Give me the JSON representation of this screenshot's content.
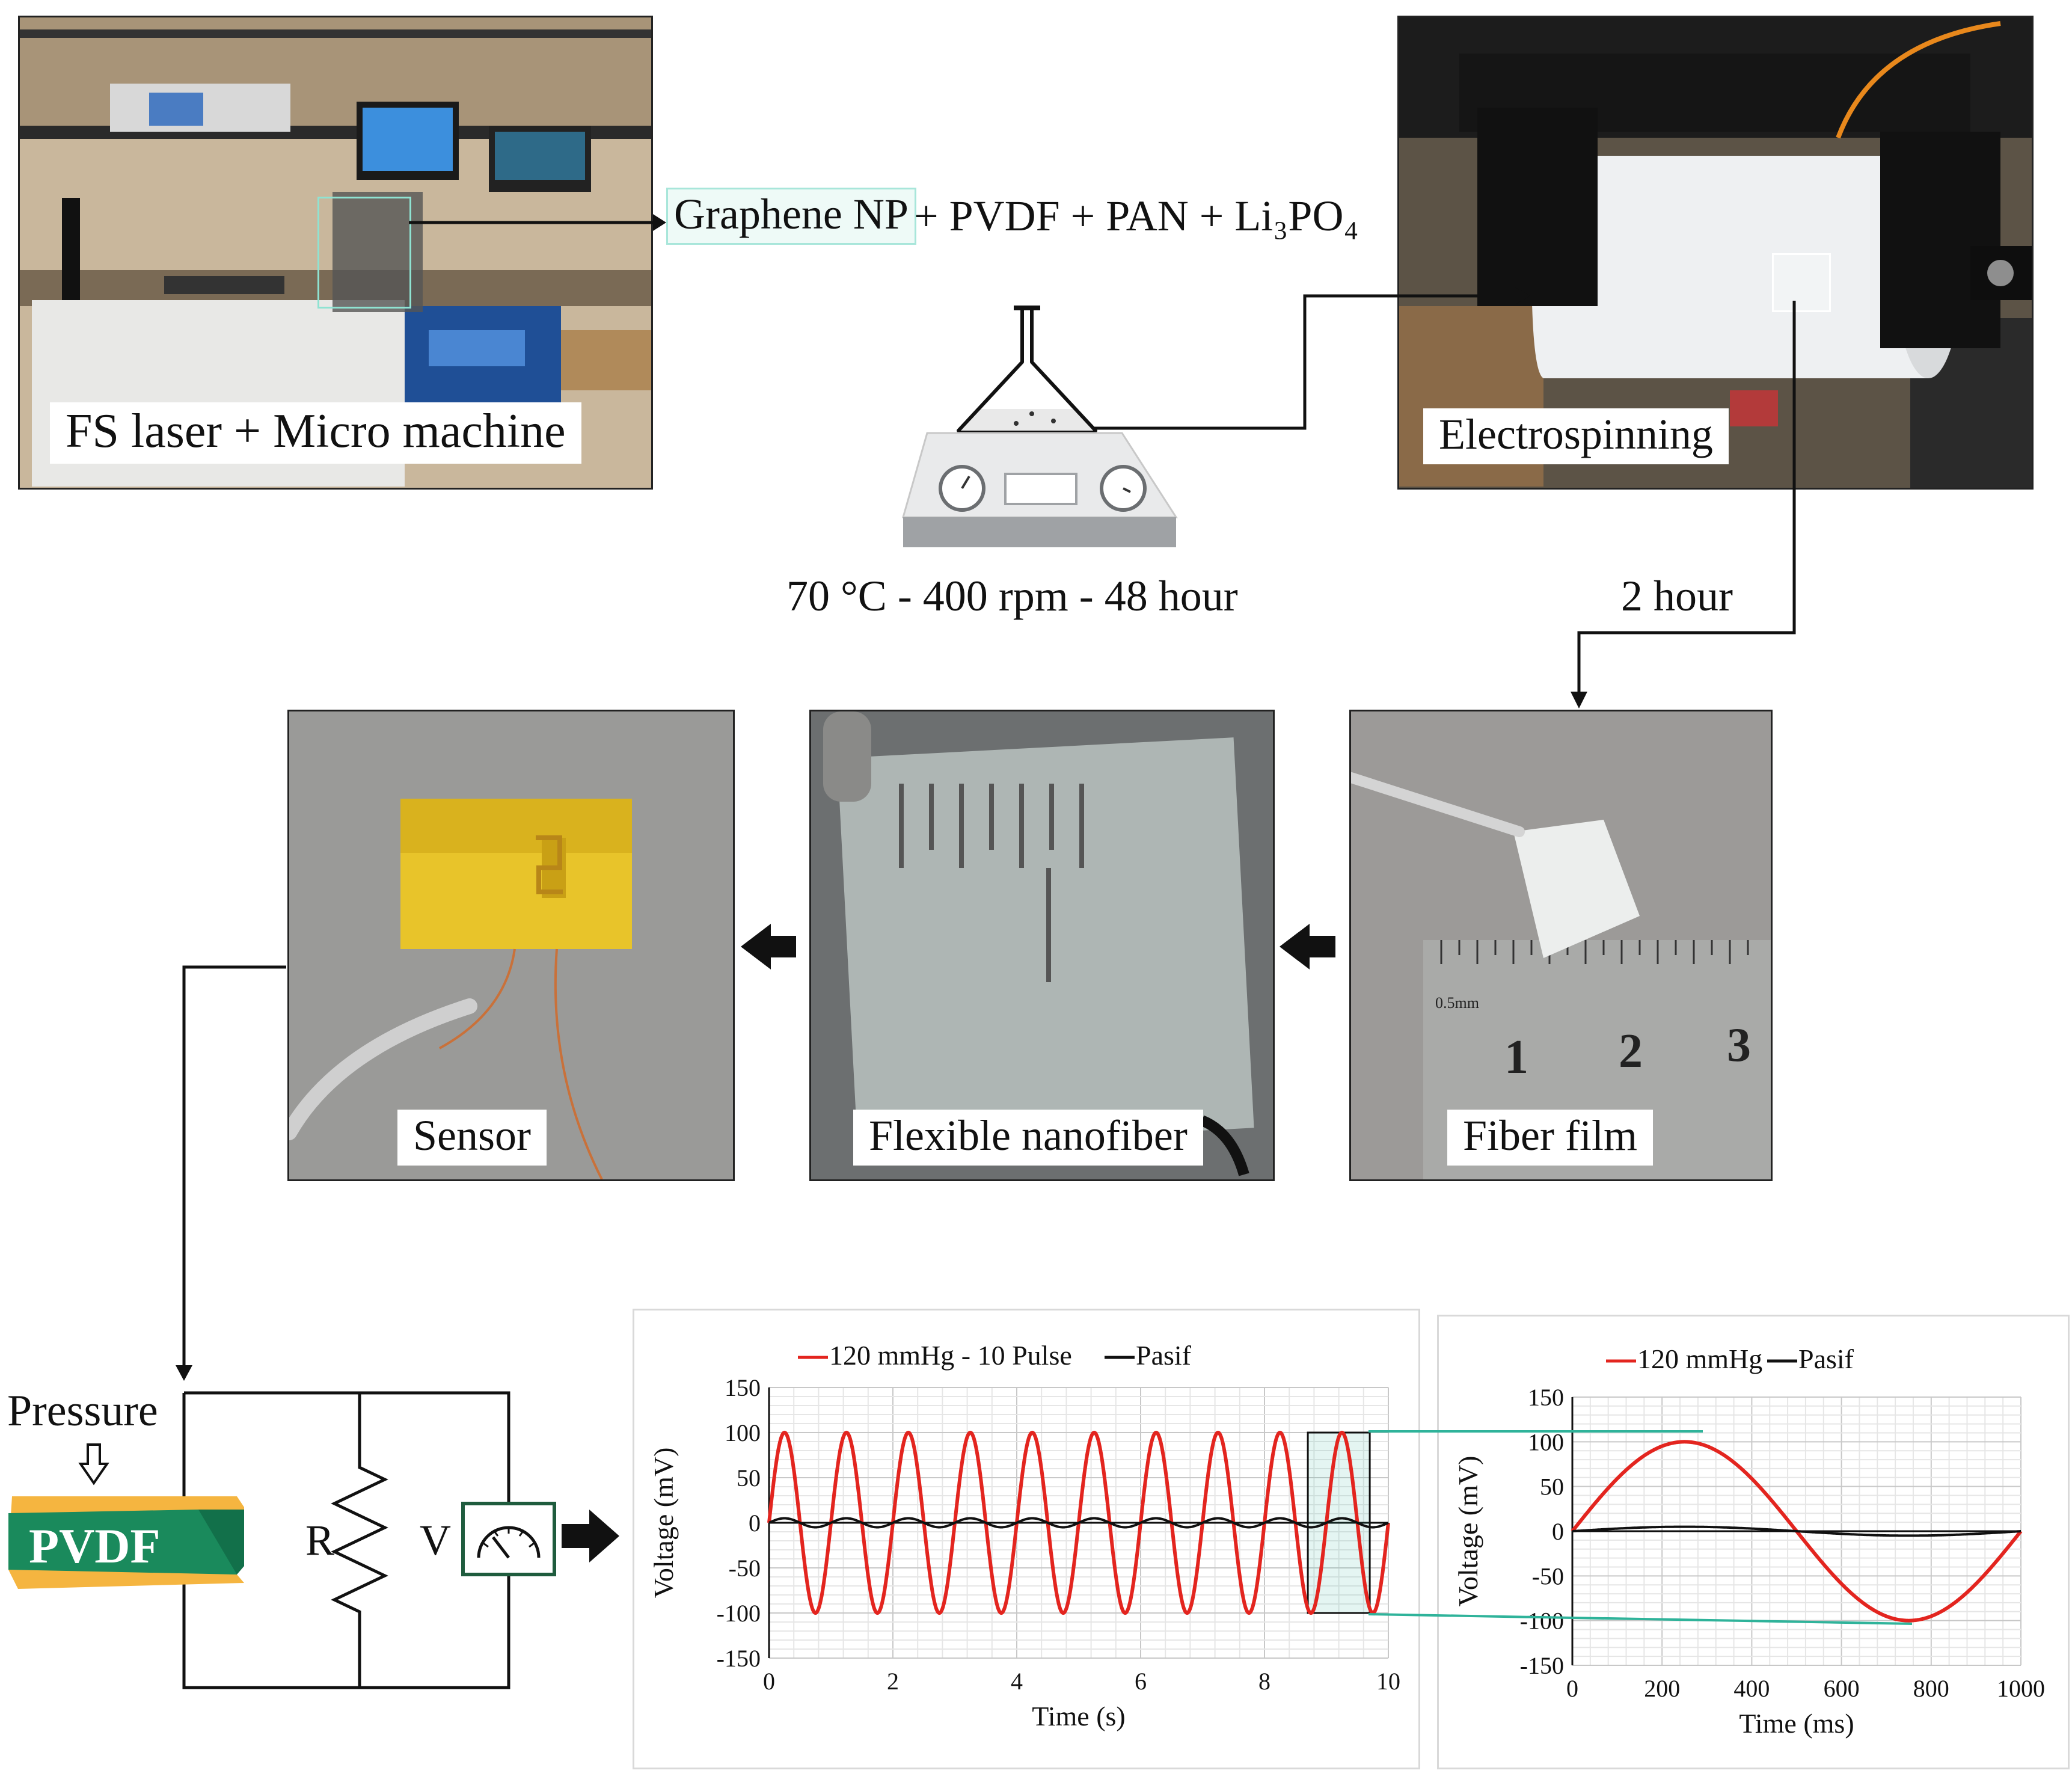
{
  "panels": {
    "laser": {
      "caption": "FS laser + Micro machine"
    },
    "electrospinning": {
      "caption": "Electrospinning"
    },
    "sensor": {
      "caption": "Sensor"
    },
    "nanofiber": {
      "caption": "Flexible nanofiber"
    },
    "fiber_film": {
      "caption": "Fiber film"
    }
  },
  "recipe": {
    "graphene": "Graphene NP",
    "rest": " + PVDF + PAN + Li₃PO₄",
    "conditions": "70 °C - 400 rpm - 48 hour",
    "spin_time": "2 hour"
  },
  "ruler": {
    "unit_label": "0.5mm",
    "numbers": [
      "1",
      "2",
      "3"
    ]
  },
  "circuit": {
    "pressure_label": "Pressure",
    "material_label": "PVDF",
    "resistor_label": "R",
    "voltmeter_label": "V"
  },
  "colors": {
    "signal": "#e3251f",
    "passive": "#111111",
    "highlight": "#2fb39a",
    "pvdf_green": "#1a8a5c",
    "pvdf_orange": "#f5b540",
    "kapton": "#e8c42a",
    "meter_frame": "#1f5c3e"
  },
  "chart_data": [
    {
      "type": "line",
      "xlabel": "Time (s)",
      "ylabel": "Voltage (mV)",
      "xlim": [
        0,
        10
      ],
      "ylim": [
        -150,
        150
      ],
      "xticks": [
        "0",
        "2",
        "4",
        "6",
        "8",
        "10"
      ],
      "yticks": [
        "150",
        "100",
        "50",
        "0",
        "-50",
        "-100",
        "-150"
      ],
      "legend_position": "top",
      "grid": true,
      "series": [
        {
          "name": "120 mmHg - 10 Pulse",
          "amplitude": 100,
          "period": 1,
          "x_start": 0,
          "x_end": 10
        },
        {
          "name": "Pasif",
          "amplitude": 5,
          "period": 1,
          "x_start": 0,
          "x_end": 10
        }
      ],
      "highlight_window": [
        8.7,
        9.7
      ]
    },
    {
      "type": "line",
      "xlabel": "Time (ms)",
      "ylabel": "Voltage (mV)",
      "xlim": [
        0,
        1000
      ],
      "ylim": [
        -150,
        150
      ],
      "xticks": [
        "0",
        "200",
        "400",
        "600",
        "800",
        "1000"
      ],
      "yticks": [
        "150",
        "100",
        "50",
        "0",
        "-50",
        "-100",
        "-150"
      ],
      "legend_position": "top",
      "grid": true,
      "series": [
        {
          "name": "120 mmHg",
          "amplitude": 100,
          "period": 1000,
          "x_start": 0,
          "x_end": 1000
        },
        {
          "name": "Pasif",
          "amplitude": 5,
          "period": 1000,
          "x_start": 0,
          "x_end": 1000
        }
      ]
    }
  ]
}
